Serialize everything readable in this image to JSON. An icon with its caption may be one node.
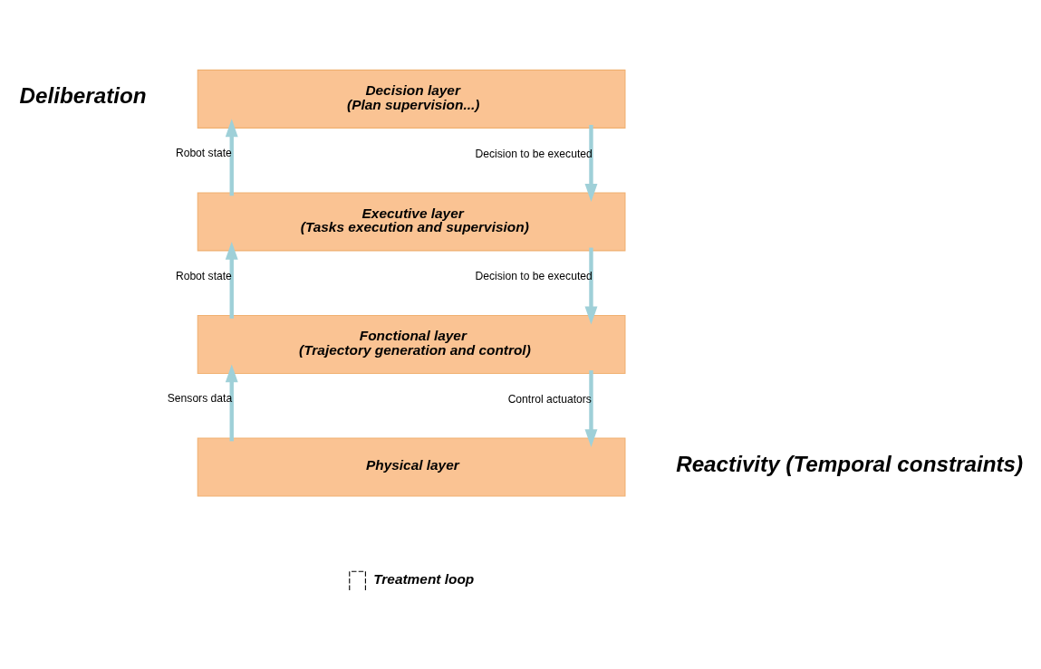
{
  "diagram": {
    "nodes": [
      {
        "text": [
          "Decision layer",
          "(Plan supervision...)"
        ]
      },
      {
        "text": [
          "Executive layer",
          "(Tasks execution and supervision)"
        ]
      },
      {
        "text": [
          "Fonctional layer",
          "(Trajectory generation and control)"
        ]
      },
      {
        "text": [
          "Physical layer"
        ]
      }
    ],
    "edges": [
      {
        "from": 1,
        "to": 0,
        "arrow": "to",
        "label": "Robot state"
      },
      {
        "from": 0,
        "to": 1,
        "arrow": "to",
        "label": "Decision to be executed"
      },
      {
        "from": 2,
        "to": 1,
        "arrow": "to",
        "label": "Robot state"
      },
      {
        "from": 1,
        "to": 2,
        "arrow": "to",
        "label": "Decision to be executed"
      },
      {
        "from": 3,
        "to": 2,
        "arrow": "to",
        "label": "Sensors data"
      },
      {
        "from": 2,
        "to": 3,
        "arrow": "to",
        "label": "Control actuators"
      }
    ],
    "labels": [
      "Deliberation",
      "Reactivity (Temporal constraints)"
    ],
    "legend": [
      {
        "text": "Treatment loop"
      }
    ]
  }
}
